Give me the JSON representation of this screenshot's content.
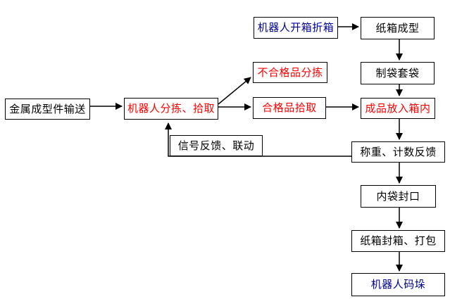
{
  "diagram": {
    "type": "flowchart",
    "colors": {
      "background": "#ffffff",
      "box_border": "#000000",
      "arrow": "#000000",
      "red_text": "#ff0000",
      "blue_text": "#000099",
      "black_text": "#000000"
    },
    "nodes": [
      {
        "id": "metal-feed",
        "label": "金属成型件输送",
        "color": "black"
      },
      {
        "id": "robot-sort-pick",
        "label": "机器人分拣、拾取",
        "color": "red"
      },
      {
        "id": "robot-carton-open",
        "label": "机器人开箱折箱",
        "color": "blue"
      },
      {
        "id": "carton-forming",
        "label": "纸箱成型",
        "color": "black"
      },
      {
        "id": "bag-making",
        "label": "制袋套袋",
        "color": "black"
      },
      {
        "id": "reject-sorting",
        "label": "不合格品分拣",
        "color": "red"
      },
      {
        "id": "accept-picking",
        "label": "合格品拾取",
        "color": "red"
      },
      {
        "id": "product-into-box",
        "label": "成品放入箱内",
        "color": "red"
      },
      {
        "id": "signal-feedback",
        "label": "信号反馈、联动",
        "color": "black"
      },
      {
        "id": "weigh-count",
        "label": "称重、计数反馈",
        "color": "black"
      },
      {
        "id": "inner-bag-seal",
        "label": "内袋封口",
        "color": "black"
      },
      {
        "id": "carton-seal-pack",
        "label": "纸箱封箱、打包",
        "color": "black"
      },
      {
        "id": "robot-palletize",
        "label": "机器人码垛",
        "color": "blue"
      }
    ],
    "edges": [
      {
        "from": "metal-feed",
        "to": "robot-sort-pick"
      },
      {
        "from": "robot-sort-pick",
        "to": "reject-sorting"
      },
      {
        "from": "robot-sort-pick",
        "to": "accept-picking"
      },
      {
        "from": "robot-carton-open",
        "to": "carton-forming"
      },
      {
        "from": "carton-forming",
        "to": "bag-making"
      },
      {
        "from": "bag-making",
        "to": "product-into-box"
      },
      {
        "from": "accept-picking",
        "to": "product-into-box"
      },
      {
        "from": "product-into-box",
        "to": "weigh-count"
      },
      {
        "from": "weigh-count",
        "to": "robot-sort-pick",
        "label": "信号反馈、联动"
      },
      {
        "from": "weigh-count",
        "to": "inner-bag-seal"
      },
      {
        "from": "inner-bag-seal",
        "to": "carton-seal-pack"
      },
      {
        "from": "carton-seal-pack",
        "to": "robot-palletize"
      }
    ]
  }
}
